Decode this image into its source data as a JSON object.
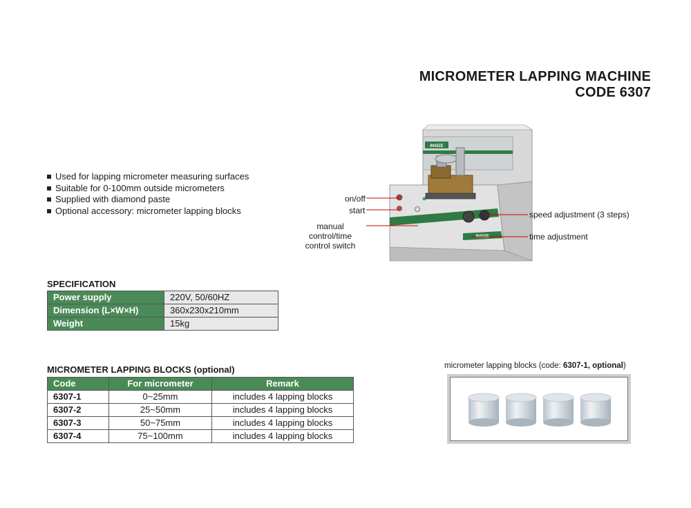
{
  "title": {
    "line1": "MICROMETER LAPPING MACHINE",
    "line2": "CODE 6307"
  },
  "features": [
    "Used for lapping micrometer measuring surfaces",
    "Suitable for 0-100mm outside micrometers",
    "Supplied with diamond paste",
    "Optional accessory: micrometer lapping blocks"
  ],
  "callouts": {
    "onoff": "on/off",
    "start": "start",
    "manual1": "manual control/time",
    "manual2": "control switch",
    "speed": "speed adjustment (3 steps)",
    "time": "time adjustment"
  },
  "machine": {
    "brand": "INSIZE"
  },
  "specification": {
    "title": "SPECIFICATION",
    "rows": [
      {
        "label": "Power supply",
        "value": "220V, 50/60HZ"
      },
      {
        "label": "Dimension (L×W×H)",
        "value": "360x230x210mm"
      },
      {
        "label": "Weight",
        "value": "15kg"
      }
    ]
  },
  "blocks": {
    "title": "MICROMETER LAPPING BLOCKS (optional)",
    "headers": [
      "Code",
      "For micrometer",
      "Remark"
    ],
    "rows": [
      {
        "code": "6307-1",
        "range": "0~25mm",
        "remark": "includes 4 lapping blocks"
      },
      {
        "code": "6307-2",
        "range": "25~50mm",
        "remark": "includes 4 lapping blocks"
      },
      {
        "code": "6307-3",
        "range": "50~75mm",
        "remark": "includes 4 lapping blocks"
      },
      {
        "code": "6307-4",
        "range": "75~100mm",
        "remark": "includes 4 lapping blocks"
      }
    ]
  },
  "lapping_caption": {
    "prefix": "micrometer lapping blocks (code: ",
    "bold": "6307-1, optional",
    "suffix": ")"
  }
}
